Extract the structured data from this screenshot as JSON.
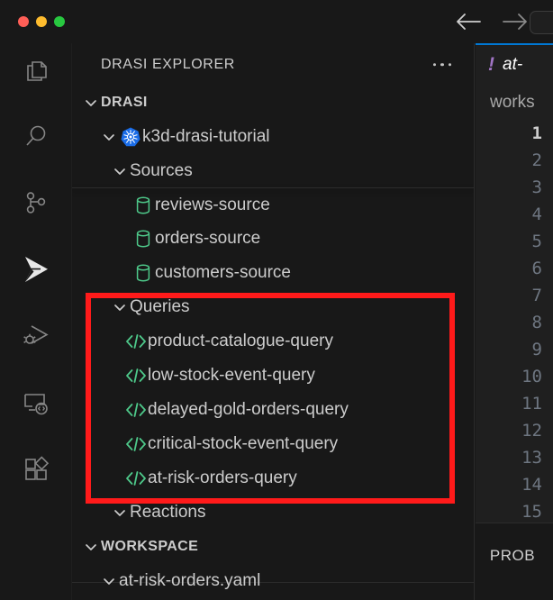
{
  "window": {
    "traffic_lights": [
      "close",
      "minimize",
      "maximize"
    ],
    "colors": {
      "close": "#ff5f57",
      "minimize": "#febc2e",
      "maximize": "#28c840"
    }
  },
  "activity_bar": {
    "items": [
      {
        "name": "explorer",
        "icon": "files-icon",
        "active": false
      },
      {
        "name": "search",
        "icon": "search-icon",
        "active": false
      },
      {
        "name": "source-control",
        "icon": "source-control-icon",
        "active": false
      },
      {
        "name": "drasi",
        "icon": "drasi-arrow-icon",
        "active": true
      },
      {
        "name": "run-and-debug",
        "icon": "run-and-debug-icon",
        "active": false
      },
      {
        "name": "remote-explorer",
        "icon": "remote-explorer-icon",
        "active": false
      },
      {
        "name": "extensions",
        "icon": "extensions-icon",
        "active": false
      }
    ]
  },
  "sidebar": {
    "title": "DRASI EXPLORER",
    "more_actions": "...",
    "tree": [
      {
        "id": "drasi",
        "label": "DRASI",
        "level": 0,
        "type": "section",
        "expanded": true,
        "icon": null
      },
      {
        "id": "k3d-drasi-tutorial",
        "label": "k3d-drasi-tutorial",
        "level": 1,
        "type": "cluster",
        "expanded": true,
        "icon": "kubernetes-icon"
      },
      {
        "id": "sources",
        "label": "Sources",
        "level": 2,
        "type": "group",
        "expanded": true,
        "icon": null
      },
      {
        "id": "reviews-source",
        "label": "reviews-source",
        "level": 3,
        "type": "source",
        "expanded": null,
        "icon": "database-icon"
      },
      {
        "id": "orders-source",
        "label": "orders-source",
        "level": 3,
        "type": "source",
        "expanded": null,
        "icon": "database-icon"
      },
      {
        "id": "customers-source",
        "label": "customers-source",
        "level": 3,
        "type": "source",
        "expanded": null,
        "icon": "database-icon"
      },
      {
        "id": "queries",
        "label": "Queries",
        "level": 2,
        "type": "group",
        "expanded": true,
        "icon": null
      },
      {
        "id": "product-catalogue-query",
        "label": "product-catalogue-query",
        "level": 3,
        "type": "query",
        "expanded": null,
        "icon": "code-icon"
      },
      {
        "id": "low-stock-event-query",
        "label": "low-stock-event-query",
        "level": 3,
        "type": "query",
        "expanded": null,
        "icon": "code-icon"
      },
      {
        "id": "delayed-gold-orders-query",
        "label": "delayed-gold-orders-query",
        "level": 3,
        "type": "query",
        "expanded": null,
        "icon": "code-icon"
      },
      {
        "id": "critical-stock-event-query",
        "label": "critical-stock-event-query",
        "level": 3,
        "type": "query",
        "expanded": null,
        "icon": "code-icon"
      },
      {
        "id": "at-risk-orders-query",
        "label": "at-risk-orders-query",
        "level": 3,
        "type": "query",
        "expanded": null,
        "icon": "code-icon"
      },
      {
        "id": "reactions",
        "label": "Reactions",
        "level": 2,
        "type": "group",
        "expanded": true,
        "icon": null
      },
      {
        "id": "workspace",
        "label": "WORKSPACE",
        "level": 0,
        "type": "section",
        "expanded": true,
        "icon": null
      },
      {
        "id": "at-risk-orders-yaml",
        "label": "at-risk-orders.yaml",
        "level": 1,
        "type": "file",
        "expanded": true,
        "icon": null
      }
    ],
    "icon_colors": {
      "database": "#4ec98a",
      "code": "#4ec98a",
      "kubernetes": "#1a6ce7"
    }
  },
  "highlight": {
    "color": "#ff1a1a",
    "label": "queries-highlight",
    "covers": [
      "Queries",
      "product-catalogue-query",
      "low-stock-event-query",
      "delayed-gold-orders-query",
      "critical-stock-event-query",
      "at-risk-orders-query"
    ]
  },
  "editor": {
    "tab": {
      "icon": "yaml-file-icon",
      "icon_glyph": "!",
      "label": "at-",
      "accent": "#0078d4",
      "modified": true
    },
    "breadcrumb": "works",
    "line_numbers": [
      "1",
      "2",
      "3",
      "4",
      "5",
      "6",
      "7",
      "8",
      "9",
      "10",
      "11",
      "12",
      "13",
      "14",
      "15"
    ],
    "current_line": "1"
  },
  "panel": {
    "active_tab": "PROB"
  }
}
